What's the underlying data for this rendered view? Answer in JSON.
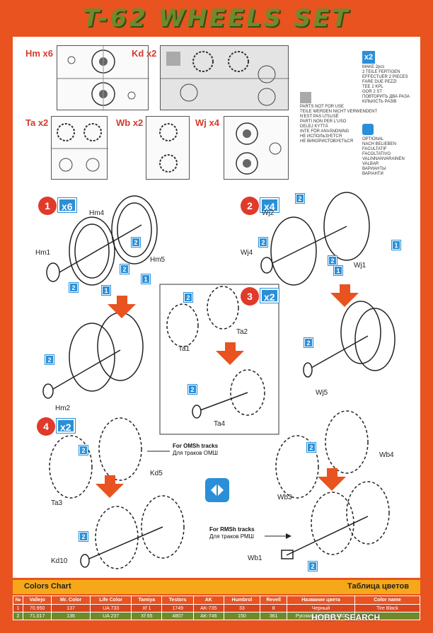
{
  "title": "T-62 WHEELS SET",
  "sprues": [
    {
      "label": "Hm x6"
    },
    {
      "label": "Kd x2"
    },
    {
      "label": "Ta x2"
    },
    {
      "label": "Wb x2"
    },
    {
      "label": "Wj x4"
    }
  ],
  "legend": {
    "make_badge": "x2",
    "make_text": [
      "MAKE 2pcs",
      "2 TEILE FERTIGEN",
      "EFFECTUER 2 PIECES",
      "FARE DUE PEZZI",
      "TEE 2 KPL",
      "GOR 2 ST",
      "ПОВТОРИТЬ ДВА РАЗА",
      "КІЛЬКІСТЬ РАЗІВ"
    ],
    "not_for_use_text": [
      "PARTS NOT FOR USE",
      "TEILE WERDEN NICHT VERWENDENT",
      "N'EST PAS UTILISÉ",
      "PARTI NON PER L'USO",
      "DELEJ KYTTÄ",
      "INTE FÖR ANVÄNDNING",
      "НЕ ИСПОЛЬЗУЕТСЯ",
      "НЕ ВИКОРИСТОВУЄТЬСЯ"
    ],
    "optional_text": [
      "OPTIONAL",
      "NACH BELIEBEN",
      "FACULTATIF",
      "FACOLTATIVO",
      "VALINNANVARAINEN",
      "VALBAR",
      "ВАРИАНТЫ",
      "ВАРІАНТИ"
    ]
  },
  "steps": [
    {
      "number": "1",
      "mult": "x6"
    },
    {
      "number": "2",
      "mult": "x4"
    },
    {
      "number": "3",
      "mult": "x2"
    },
    {
      "number": "4",
      "mult": "x2"
    }
  ],
  "parts": {
    "hm4": "Hm4",
    "hm1": "Hm1",
    "hm5": "Hm5",
    "hm2": "Hm2",
    "wj2": "Wj2",
    "wj4": "Wj4",
    "wj1": "Wj1",
    "wj5": "Wj5",
    "ta2": "Ta2",
    "ta1": "Ta1",
    "ta4": "Ta4",
    "ta3": "Ta3",
    "kd5": "Kd5",
    "kd10": "Kd10",
    "wb4": "Wb4",
    "wb3": "Wb3",
    "wb1": "Wb1"
  },
  "color_codes": {
    "one": "1",
    "two": "2"
  },
  "notes": {
    "omsh_en": "For OMSh tracks",
    "omsh_ru": "Для траков ОМШ",
    "rmsh_en": "For RMSh tracks",
    "rmsh_ru": "Для траков РМШ"
  },
  "colors_chart": {
    "title": "Colors Chart",
    "title_ru": "Таблица цветов",
    "headers": [
      "№",
      "Vallejo",
      "Mr. Color",
      "Life Color",
      "Tamiya",
      "Testors",
      "AK",
      "Humbrol",
      "Revell",
      "Название цвета",
      "Color name"
    ],
    "rows": [
      [
        "1",
        "70.950",
        "137",
        "UA 733",
        "Xf 1",
        "1749",
        "AK-735",
        "33",
        "8",
        "Черный",
        "Tire Black"
      ],
      [
        "2",
        "71.017",
        "136",
        "UA 237",
        "Xf 65",
        "4807",
        "AK-746",
        "150",
        "361",
        "Русский зеленый 4БО",
        ""
      ]
    ]
  },
  "watermark": "HOBBY SEARCH",
  "colors": {
    "background": "#e8531f",
    "title_green": "#6e8a2a",
    "step_red": "#e03a2a",
    "callout_blue": "#2a8fd8",
    "chart_header": "#f6a81a"
  }
}
